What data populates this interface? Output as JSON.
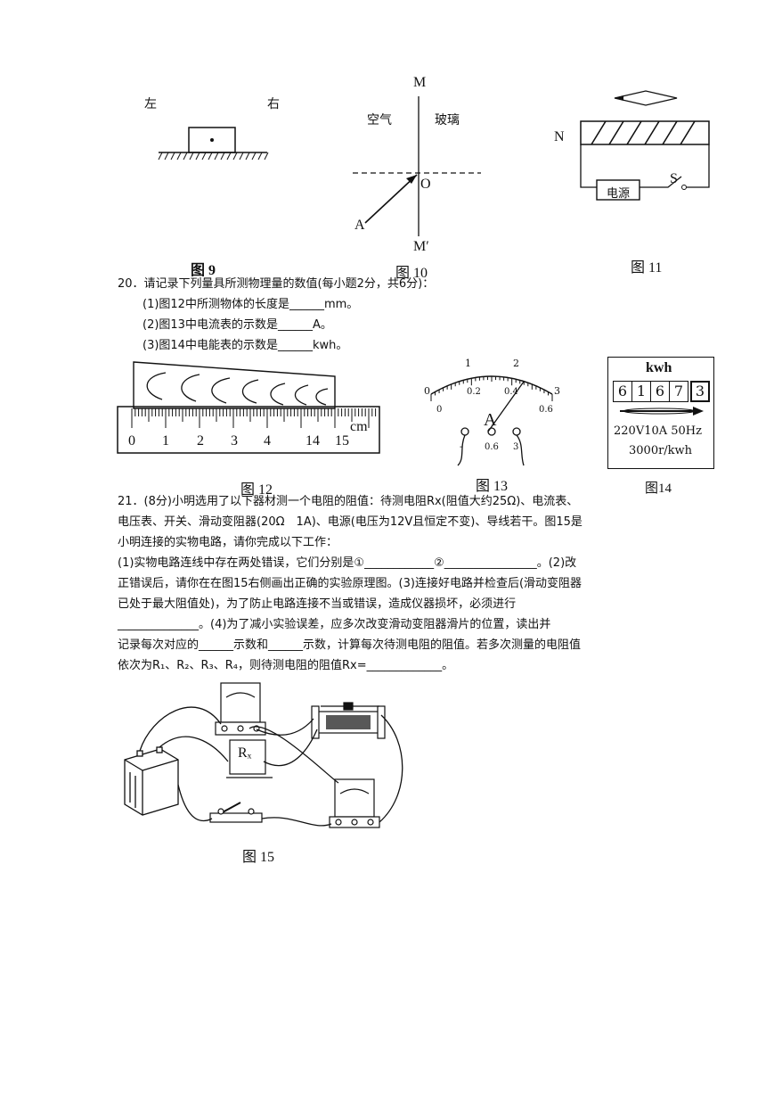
{
  "fig9": {
    "caption": "图 9",
    "left": "左",
    "right": "右"
  },
  "fig10": {
    "caption": "图 10",
    "m": "M",
    "m_prime": "M′",
    "air": "空气",
    "glass": "玻璃",
    "o": "O",
    "a": "A"
  },
  "fig11": {
    "caption": "图 11",
    "n": "N",
    "power": "电源",
    "s": "S"
  },
  "q20": {
    "title": "20．请记录下列量具所测物理量的数值(每小题2分，共6分)：",
    "p1": "(1)图12中所测物体的长度是______mm。",
    "p2": "(2)图13中电流表的示数是______A。",
    "p3": "(3)图14中电能表的示数是______kwh。"
  },
  "fig12": {
    "caption": "图 12",
    "unit": "cm",
    "ticks": [
      "0",
      "1",
      "2",
      "3",
      "4",
      "14",
      "15"
    ]
  },
  "fig13": {
    "caption": "图 13",
    "letter": "A",
    "top_ticks": [
      "0",
      "1",
      "2",
      "3"
    ],
    "bottom_ticks": [
      "0",
      "0.2",
      "0.4",
      "0.6"
    ],
    "terminals": [
      "-",
      "0.6",
      "3"
    ]
  },
  "fig14": {
    "caption": "图14",
    "unit": "kwh",
    "digits": [
      "6",
      "1",
      "6",
      "7",
      "3"
    ],
    "spec": "220V10A 50Hz",
    "rev": "3000r/kwh"
  },
  "q21": {
    "l1": "21．(8分)小明选用了以下器材测一个电阻的阻值：待测电阻Rx(阻值大约25Ω)、电流表、",
    "l2": "电压表、开关、滑动变阻器(20Ω　1A)、电源(电压为12V且恒定不变)、导线若干。图15是",
    "l3": "小明连接的实物电路，请你完成以下工作：",
    "l4": "(1)实物电路连线中存在两处错误，它们分别是①____________②________________。(2)改",
    "l5": "正错误后，请你在在图15右侧画出正确的实验原理图。(3)连接好电路并检查后(滑动变阻器",
    "l6": "已处于最大阻值处)，为了防止电路连接不当或错误，造成仪器损坏，必须进行",
    "l7": "______________。(4)为了减小实验误差，应多次改变滑动变阻器滑片的位置，读出并",
    "l8": "记录每次对应的______示数和______示数，计算每次待测电阻的阻值。若多次测量的电阻值",
    "l9": "依次为R₁、R₂、R₃、R₄，则待测电阻的阻值Rx=_____________。"
  },
  "fig15": {
    "caption": "图 15",
    "rx": "Rₓ"
  }
}
